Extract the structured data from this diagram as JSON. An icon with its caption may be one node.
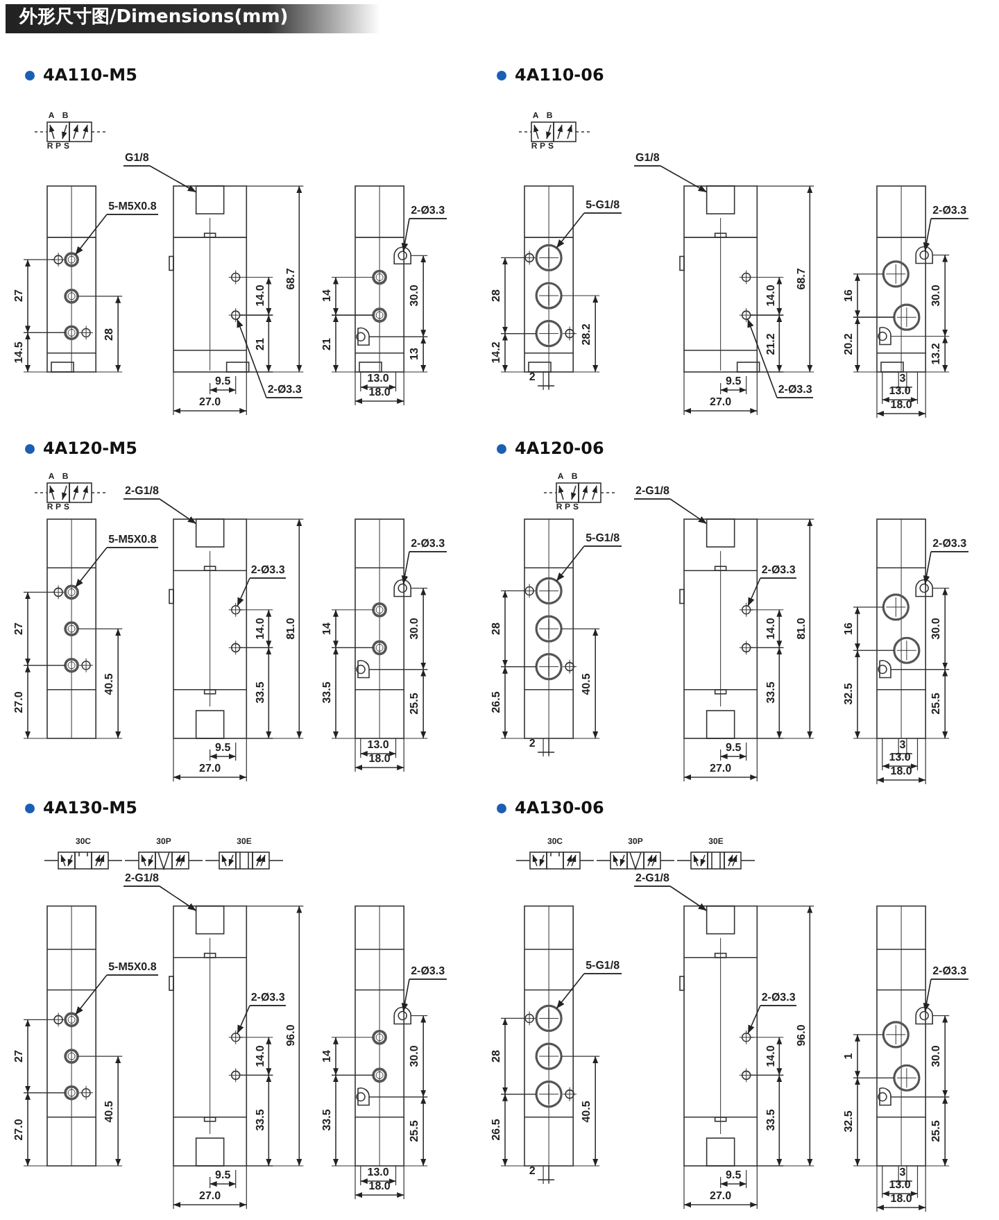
{
  "diagram": {
    "title": "外形尺寸图/Dimensions(mm)",
    "nodes": [
      {
        "text": [
          "5-M5X0.8"
        ]
      },
      {
        "text": [],
        "shape": "circle"
      },
      {
        "text": [
          "G1/8"
        ]
      },
      {
        "text": [],
        "shape": "box"
      },
      {
        "text": [
          "2-Ø3.3"
        ]
      },
      {
        "text": [],
        "shape": "circle"
      },
      {
        "text": [
          "2-Ø3.3"
        ]
      },
      {
        "text": [],
        "shape": "circle"
      },
      {
        "text": [
          "5-G1/8"
        ]
      },
      {
        "text": [],
        "shape": "circle"
      },
      {
        "text": [
          "G1/8"
        ]
      },
      {
        "text": [],
        "shape": "box"
      },
      {
        "text": [
          "2-Ø3.3"
        ]
      },
      {
        "text": [],
        "shape": "circle"
      },
      {
        "text": [
          "2-Ø3.3"
        ]
      },
      {
        "text": [],
        "shape": "circle"
      },
      {
        "text": [
          "5-M5X0.8"
        ]
      },
      {
        "text": [],
        "shape": "circle"
      },
      {
        "text": [
          "2-G1/8"
        ]
      },
      {
        "text": [],
        "shape": "box"
      },
      {
        "text": [
          "2-Ø3.3"
        ]
      },
      {
        "text": [],
        "shape": "circle"
      },
      {
        "text": [
          "2-Ø3.3"
        ]
      },
      {
        "text": [],
        "shape": "circle"
      },
      {
        "text": [
          "5-G1/8"
        ]
      },
      {
        "text": [],
        "shape": "circle"
      },
      {
        "text": [
          "2-G1/8"
        ]
      },
      {
        "text": [],
        "shape": "box"
      },
      {
        "text": [
          "2-Ø3.3"
        ]
      },
      {
        "text": [],
        "shape": "circle"
      },
      {
        "text": [
          "2-Ø3.3"
        ]
      },
      {
        "text": [],
        "shape": "circle"
      },
      {
        "text": [
          "5-M5X0.8"
        ]
      },
      {
        "text": [],
        "shape": "circle"
      },
      {
        "text": [
          "2-G1/8"
        ]
      },
      {
        "text": [],
        "shape": "box"
      },
      {
        "text": [
          "2-Ø3.3"
        ]
      },
      {
        "text": [],
        "shape": "circle"
      },
      {
        "text": [
          "2-Ø3.3"
        ]
      },
      {
        "text": [],
        "shape": "circle"
      },
      {
        "text": [
          "5-G1/8"
        ]
      },
      {
        "text": [],
        "shape": "circle"
      },
      {
        "text": [
          "2-G1/8"
        ]
      },
      {
        "text": [],
        "shape": "box"
      },
      {
        "text": [
          "2-Ø3.3"
        ]
      },
      {
        "text": [],
        "shape": "circle"
      },
      {
        "text": [
          "2-Ø3.3"
        ]
      },
      {
        "text": [],
        "shape": "circle"
      }
    ],
    "edges": [
      {
        "from": 0,
        "to": 1,
        "arrow": "to"
      },
      {
        "from": 2,
        "to": 3,
        "arrow": "to"
      },
      {
        "from": 4,
        "to": 5,
        "arrow": "to"
      },
      {
        "from": 6,
        "to": 7,
        "arrow": "to"
      },
      {
        "from": 8,
        "to": 9,
        "arrow": "to"
      },
      {
        "from": 10,
        "to": 11,
        "arrow": "to"
      },
      {
        "from": 12,
        "to": 13,
        "arrow": "to"
      },
      {
        "from": 14,
        "to": 15,
        "arrow": "to"
      },
      {
        "from": 16,
        "to": 17,
        "arrow": "to"
      },
      {
        "from": 18,
        "to": 19,
        "arrow": "to"
      },
      {
        "from": 20,
        "to": 21,
        "arrow": "to"
      },
      {
        "from": 22,
        "to": 23,
        "arrow": "to"
      },
      {
        "from": 24,
        "to": 25,
        "arrow": "to"
      },
      {
        "from": 26,
        "to": 27,
        "arrow": "to"
      },
      {
        "from": 28,
        "to": 29,
        "arrow": "to"
      },
      {
        "from": 30,
        "to": 31,
        "arrow": "to"
      },
      {
        "from": 32,
        "to": 33,
        "arrow": "to"
      },
      {
        "from": 34,
        "to": 35,
        "arrow": "to"
      },
      {
        "from": 36,
        "to": 37,
        "arrow": "to"
      },
      {
        "from": 38,
        "to": 39,
        "arrow": "to"
      },
      {
        "from": 40,
        "to": 41,
        "arrow": "to"
      },
      {
        "from": 42,
        "to": 43,
        "arrow": "to"
      },
      {
        "from": 44,
        "to": 45,
        "arrow": "to"
      },
      {
        "from": 46,
        "to": 47,
        "arrow": "to"
      }
    ],
    "labels": [
      "4A110-M5",
      "A",
      "B",
      "R",
      "P",
      "S",
      "27",
      "14.5",
      "28",
      "14.0",
      "68.7",
      "21",
      "9.5",
      "27.0",
      "14",
      "21",
      "30.0",
      "13",
      "13.0",
      "18.0",
      "4A110-06",
      "A",
      "B",
      "R",
      "P",
      "S",
      "28",
      "14.2",
      "28.2",
      "2",
      "14.0",
      "68.7",
      "21.2",
      "9.5",
      "27.0",
      "16",
      "20.2",
      "30.0",
      "13.2",
      "3",
      "13.0",
      "18.0",
      "4A120-M5",
      "A",
      "B",
      "R",
      "P",
      "S",
      "27",
      "27.0",
      "40.5",
      "14.0",
      "81.0",
      "33.5",
      "9.5",
      "27.0",
      "14",
      "33.5",
      "30.0",
      "25.5",
      "13.0",
      "18.0",
      "4A120-06",
      "A",
      "B",
      "R",
      "P",
      "S",
      "28",
      "26.5",
      "40.5",
      "2",
      "14.0",
      "81.0",
      "33.5",
      "9.5",
      "27.0",
      "16",
      "32.5",
      "30.0",
      "25.5",
      "3",
      "13.0",
      "18.0",
      "4A130-M5",
      "30C",
      "30P",
      "30E",
      "27",
      "27.0",
      "40.5",
      "14.0",
      "96.0",
      "33.5",
      "9.5",
      "27.0",
      "14",
      "33.5",
      "30.0",
      "25.5",
      "13.0",
      "18.0",
      "4A130-06",
      "30C",
      "30P",
      "30E",
      "28",
      "26.5",
      "40.5",
      "2",
      "14.0",
      "96.0",
      "33.5",
      "9.5",
      "27.0",
      "1",
      "32.5",
      "30.0",
      "25.5",
      "3",
      "13.0",
      "18.0"
    ]
  }
}
